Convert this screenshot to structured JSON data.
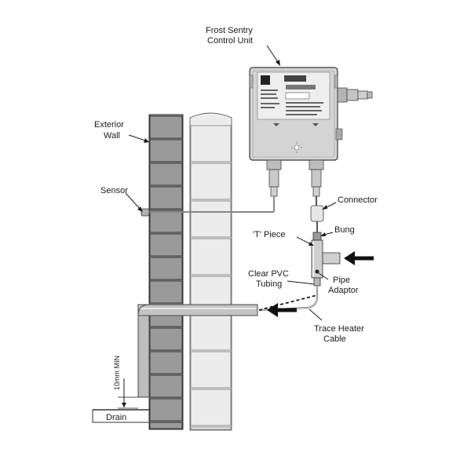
{
  "labels": {
    "control_unit": [
      "Frost Sentry",
      "Control Unit"
    ],
    "exterior_wall": [
      "Exterior",
      "Wall"
    ],
    "sensor": "Sensor",
    "connector": "Connector",
    "bung": "Bung",
    "t_piece": "'T' Piece",
    "clear_pvc": [
      "Clear PVC",
      "Tubing"
    ],
    "pipe_adaptor": [
      "Pipe",
      "Adaptor"
    ],
    "trace_heater": [
      "Trace Heater",
      "Cable"
    ],
    "min_gap": "10mm MIN",
    "drain": "Drain"
  },
  "colors": {
    "brick": "#9a9a9a",
    "inner_wall": "#ececec",
    "unit_body": "#d4d4d4",
    "pipe": "#bdbdbd",
    "outline": "#3a3a3a"
  }
}
